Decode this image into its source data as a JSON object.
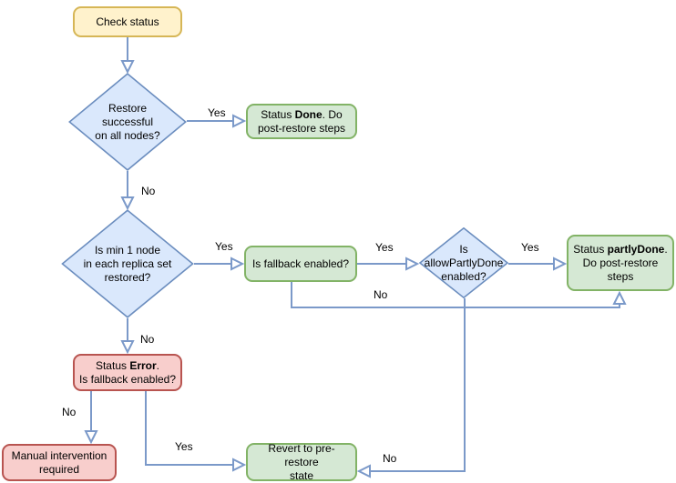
{
  "colors": {
    "node_yellow_fill": "#FFF2CC",
    "node_yellow_border": "#D6B656",
    "node_blue_fill": "#DAE8FC",
    "node_blue_border": "#6C8EBF",
    "node_green_fill": "#D5E8D4",
    "node_green_border": "#82B366",
    "node_red_fill": "#F8CECC",
    "node_red_border": "#B85450",
    "connector": "#7B99C9",
    "text": "#000000",
    "canvas_bg": "#FFFFFF"
  },
  "nodes": {
    "check_status": {
      "label": "Check status"
    },
    "restore_successful": {
      "label": "Restore\nsuccessful\non all nodes?"
    },
    "status_done": {
      "pre": "Status ",
      "bold": "Done",
      "post": ". Do\npost-restore steps"
    },
    "min_one_node": {
      "label": "Is min 1 node\nin each replica set\nrestored?"
    },
    "fallback_enabled": {
      "label": "Is fallback enabled?"
    },
    "allow_partly_done": {
      "label": "Is\nallowPartlyDone\nenabled?"
    },
    "status_partly_done": {
      "pre": "Status ",
      "bold": "partlyDone",
      "post": ".\nDo post-restore\nsteps"
    },
    "status_error": {
      "pre": "Status ",
      "bold": "Error",
      "post": ".\nIs fallback enabled?"
    },
    "manual_intervention": {
      "label": "Manual intervention\nrequired"
    },
    "revert": {
      "label": "Revert to pre-restore\nstate"
    }
  },
  "edge_labels": {
    "restore_yes": "Yes",
    "restore_no": "No",
    "min_one_yes": "Yes",
    "min_one_no": "No",
    "fallback_yes": "Yes",
    "fallback_no": "No",
    "allow_yes": "Yes",
    "allow_no": "No",
    "error_no": "No",
    "error_yes": "Yes"
  }
}
